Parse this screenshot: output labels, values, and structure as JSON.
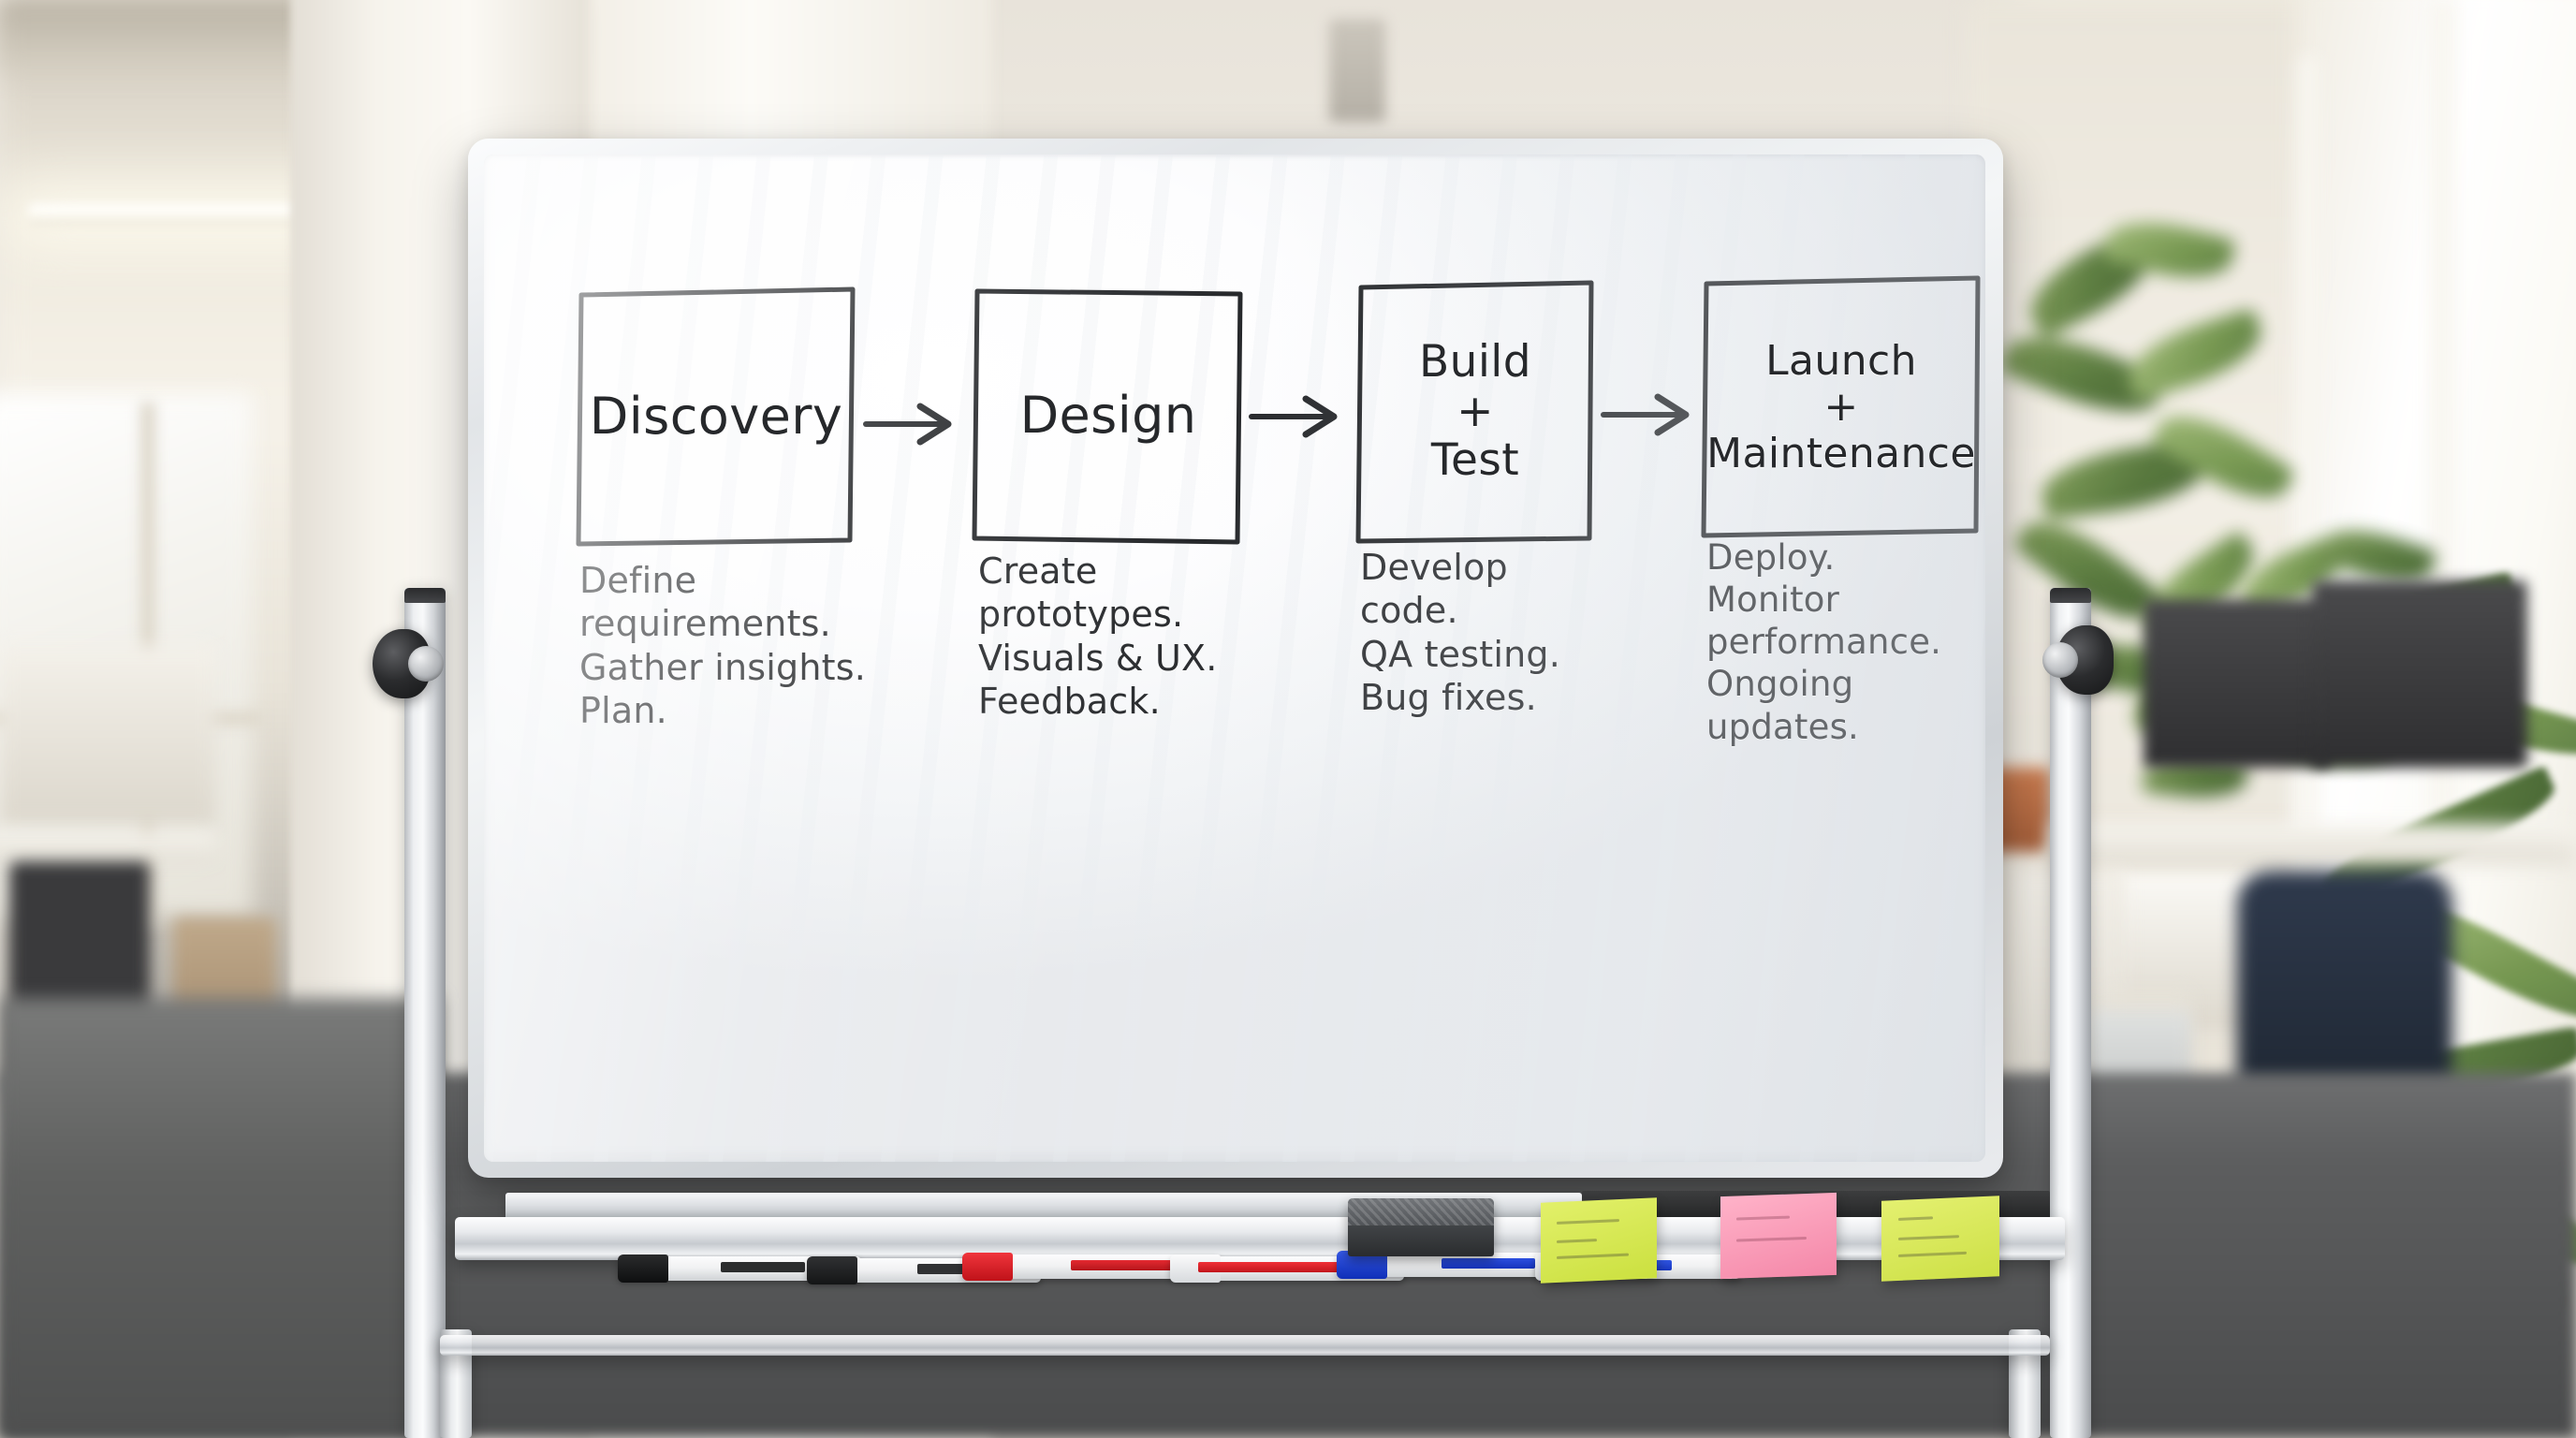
{
  "scene": {
    "title": "Office whiteboard with product development process diagram",
    "surface_label": "whiteboard"
  },
  "diagram": {
    "title": "Product development process flow",
    "nodes": [
      {
        "id": "discovery",
        "label": "Discovery"
      },
      {
        "id": "design",
        "label": "Design"
      },
      {
        "id": "build-test",
        "label": "Build\n+\nTest"
      },
      {
        "id": "launch-maintenance",
        "label": "Launch\n+\nMaintenance"
      }
    ],
    "arrows": [
      {
        "from": "Discovery",
        "to": "Design",
        "glyph": "arrow-right"
      },
      {
        "from": "Design",
        "to": "Build + Test",
        "glyph": "arrow-right"
      },
      {
        "from": "Build + Test",
        "to": "Launch + Maintenance",
        "glyph": "arrow-right"
      }
    ],
    "notes": [
      {
        "for": "discovery",
        "text": "Define\nrequirements.\nGather insights.\nPlan."
      },
      {
        "for": "design",
        "text": "Create\nprototypes.\nVisuals & UX.\nFeedback."
      },
      {
        "for": "build-test",
        "text": "Develop\ncode.\nQA testing.\nBug fixes."
      },
      {
        "for": "launch-maintenance",
        "text": "Deploy.\nMonitor\nperformance.\nOngoing updates."
      }
    ],
    "ink_color": "#26282b"
  },
  "tray": {
    "markers": [
      {
        "name": "black-marker",
        "cap_color": "#121314",
        "band_color": "#2b2c2d"
      },
      {
        "name": "red-marker",
        "cap_color": "#e01f26",
        "band_color": "#d8262c"
      },
      {
        "name": "blue-marker",
        "cap_color": "#1c3fd6",
        "band_color": "#2446cf"
      }
    ],
    "eraser": {
      "name": "whiteboard-eraser",
      "color": "#3a3c3f"
    },
    "sticky_notes": [
      {
        "name": "sticky-note-yellow-1",
        "color": "#d6e84f"
      },
      {
        "name": "sticky-note-pink",
        "color": "#f7a0bd"
      },
      {
        "name": "sticky-note-yellow-2",
        "color": "#d8e85a"
      }
    ]
  },
  "stand": {
    "knob_color": "#242527",
    "post_color": "#dfe2e5"
  },
  "colors": {
    "board_surface": "#f4f6f8",
    "frame": "#dfe3e7",
    "ink": "#26282b",
    "floor": "#56585a",
    "wall": "#efebe3"
  }
}
